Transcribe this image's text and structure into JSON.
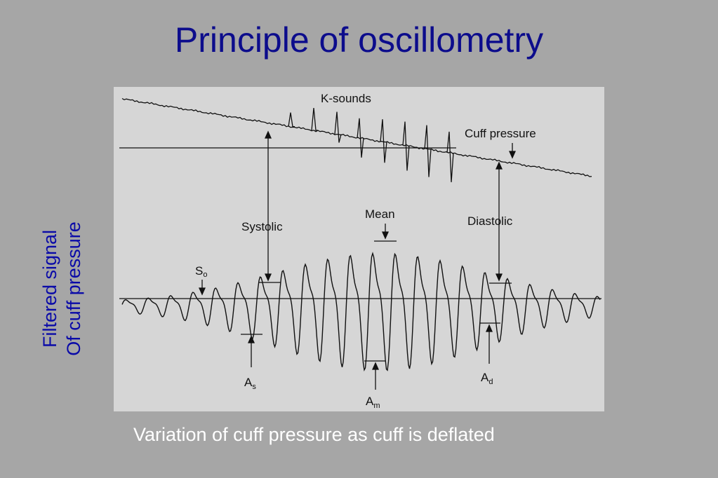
{
  "slide": {
    "title": "Principle of oscillometry",
    "side_label_line1": "Filtered signal",
    "side_label_line2": "Of cuff pressure",
    "caption": "Variation of cuff pressure as cuff is deflated"
  },
  "diagram": {
    "k_sounds": "K-sounds",
    "cuff_pressure": "Cuff pressure",
    "systolic": "Systolic",
    "mean": "Mean",
    "diastolic": "Diastolic",
    "s_o": {
      "base": "S",
      "sub": "o"
    },
    "a_s": {
      "base": "A",
      "sub": "s"
    },
    "a_m": {
      "base": "A",
      "sub": "m"
    },
    "a_d": {
      "base": "A",
      "sub": "d"
    }
  },
  "colors": {
    "background": "#a6a6a6",
    "figure_background": "#d6d6d6",
    "title": "#0c0c8c",
    "side_label": "#0a0aa8",
    "caption": "#ffffff",
    "trace": "#111111"
  }
}
